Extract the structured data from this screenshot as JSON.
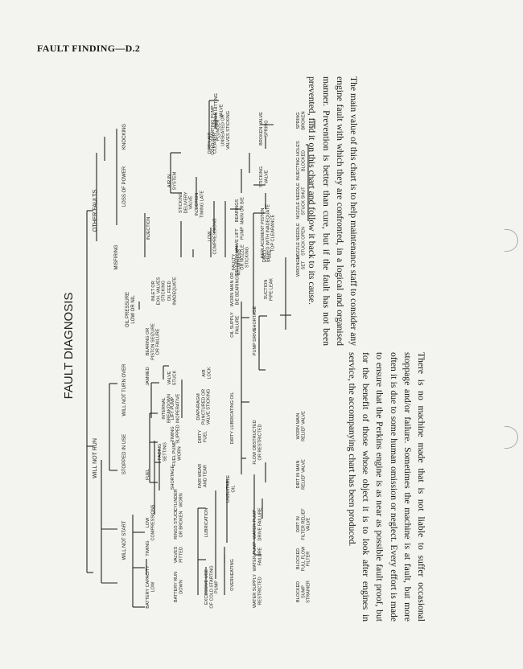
{
  "header": {
    "title": "FAULT FINDING—D.2"
  },
  "chart": {
    "title": "FAULT DIAGNOSIS",
    "categories": {
      "will_not_run": "WILL NOT RUN",
      "other_faults": "OTHER FAULTS"
    },
    "labels": {
      "will_not_start": "WILL NOT START",
      "stopped_in_use": "STOPPED IN USE",
      "will_not_turn_over": "WILL NOT TURN OVER",
      "oil_pressure_low": [
        "OIL PRESSURE",
        "LOW OR NIL"
      ],
      "misfiring": "MISFIRING",
      "loss_of_power": "LOSS OF POWER",
      "knocking": "KNOCKING",
      "battery_capacity_low": [
        "BATTERY CAPACITY",
        "LOW"
      ],
      "timing": "TIMING",
      "low_compressions": [
        "LOW",
        "COMPRESSIONS"
      ],
      "fuel": "FUEL",
      "internal_breakdown": [
        "INTERNAL",
        "BREAKDOWN"
      ],
      "jammed": "JAMMED",
      "bearing_or_piston_seizure": [
        "BEARING OR",
        "PISTON SEIZURE",
        "OR FAILURE"
      ],
      "inlet_exhaust_valves": [
        "INLET OR",
        "EXH. VALVES",
        "STICKING"
      ],
      "oil_feed_inadequate": [
        "OIL FEED",
        "INADEQUATE"
      ],
      "injection": "INJECTION",
      "battery_run_down": [
        "BATTERY RUN",
        "DOWN"
      ],
      "valves_pitted": [
        "VALVES",
        "PITTED"
      ],
      "rings_stuck_or_broken": [
        "RINGS STUCK",
        "OR BROKEN"
      ],
      "cylinder_worn": [
        "CYLINDER",
        "WORN"
      ],
      "shortage": "SHORTAGE",
      "fuel_pump_worn": [
        "FUEL PUMP",
        "WORN"
      ],
      "timing_slipped": [
        "TIMING",
        "SLIPPED"
      ],
      "lift_pump_inoperative": [
        "LIFT PUMP",
        "INOPERATIVE"
      ],
      "valve_stuck": [
        "VALVE",
        "STUCK"
      ],
      "air_lock": [
        "AIR",
        "LOCK"
      ],
      "facing_setting": [
        "FACING",
        "SETTING"
      ],
      "excessive_use_cold_starting": [
        "EXCESSIVE USE",
        "OF COLD STARTING",
        "PUMP"
      ],
      "lubrication": "LUBRICATION",
      "fair_wear_and_tear": [
        "FAIR WEAR",
        "AND TEAR"
      ],
      "dirty_fuel": [
        "DIRTY",
        "FUEL"
      ],
      "diaphragm": [
        "DIAPHRAGM",
        "PUNCTURED OR",
        "VALVE STICKING"
      ],
      "overheating": "OVERHEATING",
      "unsuitable_oil": [
        "UNSUITABLE",
        "OIL"
      ],
      "dirty_lubricating_oil": "DIRTY LUBRICATING OIL",
      "oil_supply_failure": [
        "OIL SUPPLY",
        "FAILURE"
      ],
      "worn_main_big_end_bearings": [
        "WORN MAIN OR",
        "B/E BEARINGS"
      ],
      "faulty_atomisers": [
        "FAULTY",
        "ATOMISERS"
      ],
      "low_compressions_2": [
        "LOW",
        "COMPRESSIONS"
      ],
      "sticking_delivery_valve": [
        "STICKING",
        "DELIVERY",
        "VALVE"
      ],
      "air_in_system": [
        "AIR IN",
        "SYSTEM"
      ],
      "injection_timing_late": [
        "INJECTION",
        "TIMING LATE"
      ],
      "dirty_air_cleaner": [
        "DIRTY AIR",
        "CLEANER"
      ],
      "cold_starting_pump": [
        "COLD STARTING PUMP",
        "PLUNGER",
        "UNSEATED OR",
        "VALVES STICKING"
      ],
      "piston_hitting_valve": [
        "PISTON HITTING",
        "VALVE"
      ],
      "water_supply_restricted": [
        "WATER SUPPLY",
        "RESTRICTED"
      ],
      "water_pump_failure": [
        "WATER PUMP",
        "FAILURE"
      ],
      "water_pump_drive_failure": [
        "WATER PUMP",
        "DRIVE FAILURE"
      ],
      "flow_obstructed": [
        "FLOW OBSTRUCTED",
        "OR RESTRICTED"
      ],
      "pump_drive": "PUMP DRIVE",
      "shortage_2": "SHORTAGE",
      "suction_pipe_leak": [
        "SUCTION",
        "PIPE LEAK"
      ],
      "delivery_valve_nozzle_sticking": [
        "DELIVERY VALVE",
        "OR NOZZLE",
        "STICKING"
      ],
      "lift_pump": [
        "LIFT",
        "PUMP"
      ],
      "bearings_main_or_b_e": [
        "BEARINGS",
        "MAIN OR B/E"
      ],
      "dirty_fuel_2": [
        "DIRTY",
        "FUEL"
      ],
      "replacement_piston": [
        "REPLACEMENT PISTON",
        "FITTED WITH INADEQUATE",
        "TOP CLEARANCE"
      ],
      "sticking_valve": [
        "STICKING",
        "VALVE"
      ],
      "broken_valve_spring": [
        "BROKEN VALVE",
        "SPRING"
      ],
      "blocked_sump_strainer": [
        "BLOCKED",
        "SUMP",
        "STRAINER"
      ],
      "blocked_full_flow_filter": [
        "BLOCKED",
        "FULL FLOW",
        "FILTER"
      ],
      "dirt_in_filter_relief_valve": [
        "DIRT IN",
        "FILTER RELIEF",
        "VALVE"
      ],
      "dirt_in_main_relief_valve": [
        "DIRT IN MAIN",
        "RELIEF VALVE"
      ],
      "worn_main_relief_valve": [
        "WORN MAIN",
        "RELIEF VALVE"
      ],
      "wrongly_set": [
        "WRONGLY",
        "SET"
      ],
      "nozzle_needle_stuck_open": [
        "NOZZLE NEEDLE",
        "STUCK OPEN"
      ],
      "nozzle_needle_stuck_shut": [
        "NOZZLE NEEDLE",
        "STUCK SHUT"
      ],
      "injecting_holes_blocked": [
        "INJECTING HOLES",
        "BLOCKED"
      ],
      "spring_broken": [
        "SPRING",
        "BROKEN"
      ]
    }
  },
  "text": {
    "paragraph_1": "The main value of this chart is to help maintenance staff to consider any engine fault with which they are confronted, in a logical and organised manner. Prevention is better than cure, but if the fault has not been prevented, find it on this chart and follow it back to its cause.",
    "paragraph_2": "There is no machine made that is not liable to suffer occasional stoppage and/or failure. Sometimes the machine is at fault, but more often it is due to some human omission or neglect. Every effort is made to ensure that the Perkins engine is as near as possible fault proof, but for the benefit of those whose object it is to look after engines in service, the accompanying chart has been produced."
  }
}
